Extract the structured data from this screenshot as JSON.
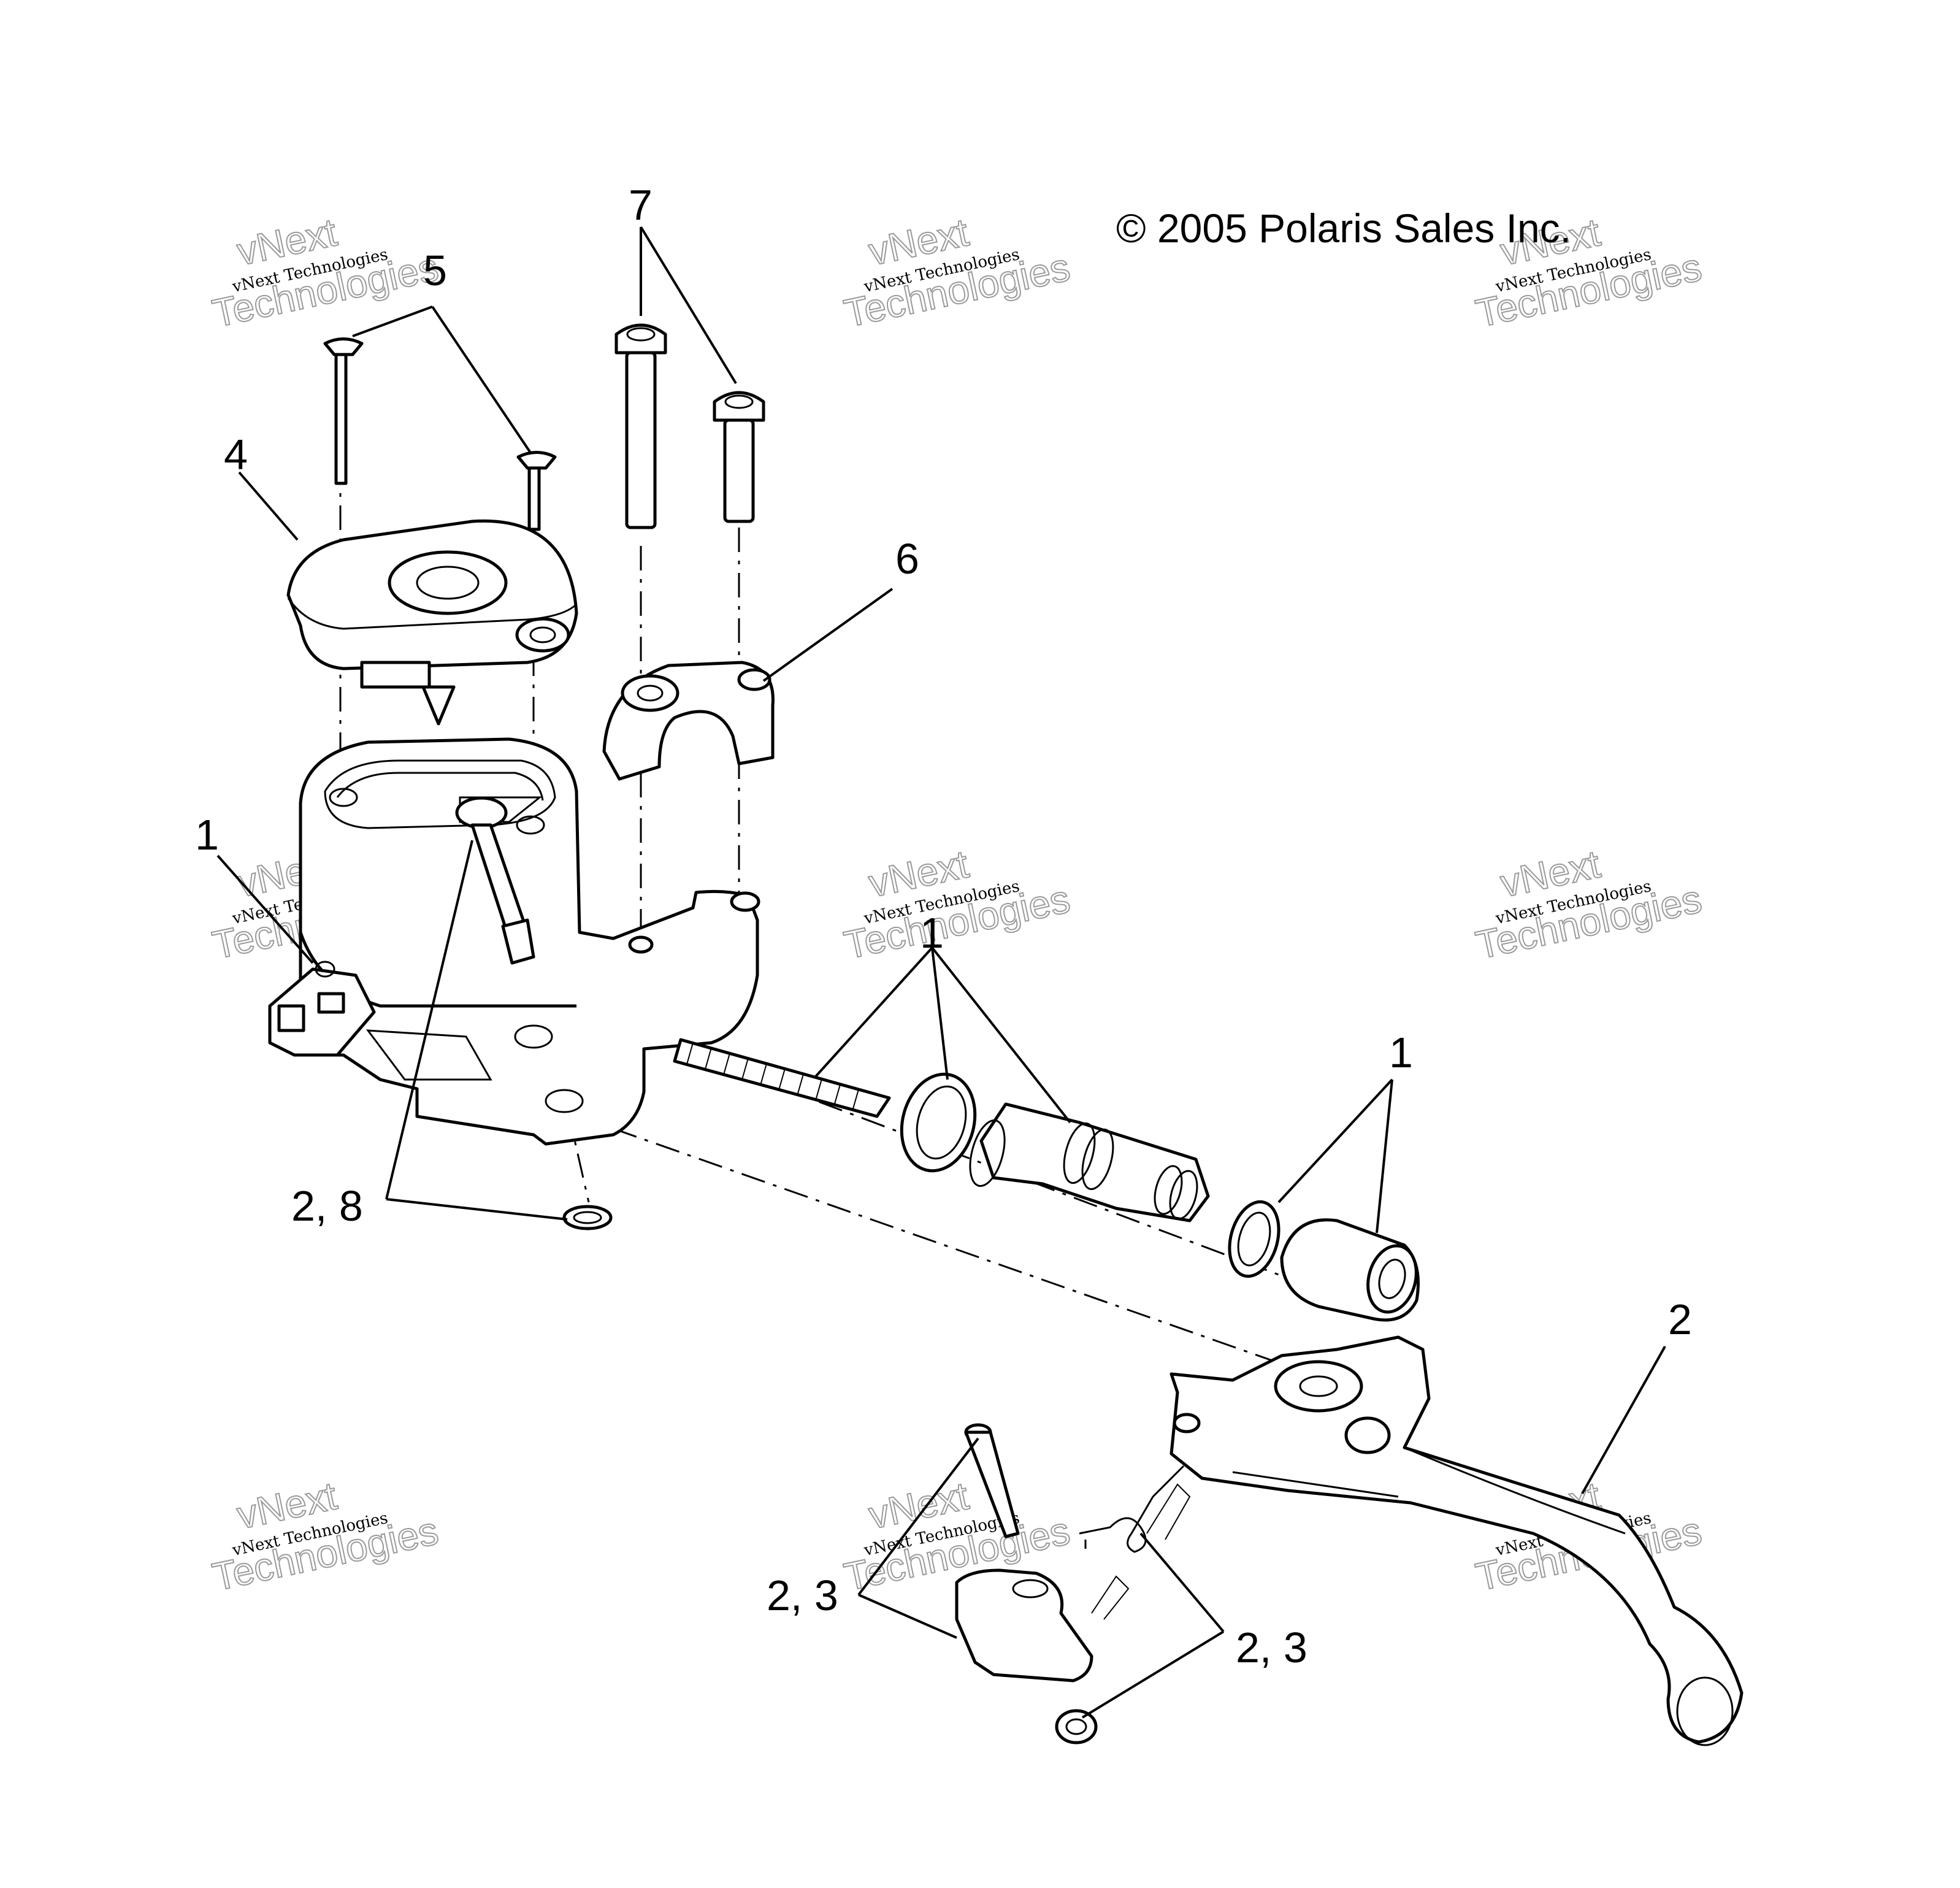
{
  "copyright": "© 2005 Polaris Sales Inc.",
  "watermark": {
    "line1": "vNext Technologies",
    "word_top": "vNext",
    "word_bottom": "Technologies"
  },
  "callouts": {
    "c5": "5",
    "c7": "7",
    "c4": "4",
    "c6": "6",
    "c1_left": "1",
    "c1_mid": "1",
    "c1_right": "1",
    "c28": "2, 8",
    "c2": "2",
    "c23_left": "2,  3",
    "c23_right": "2,  3"
  }
}
